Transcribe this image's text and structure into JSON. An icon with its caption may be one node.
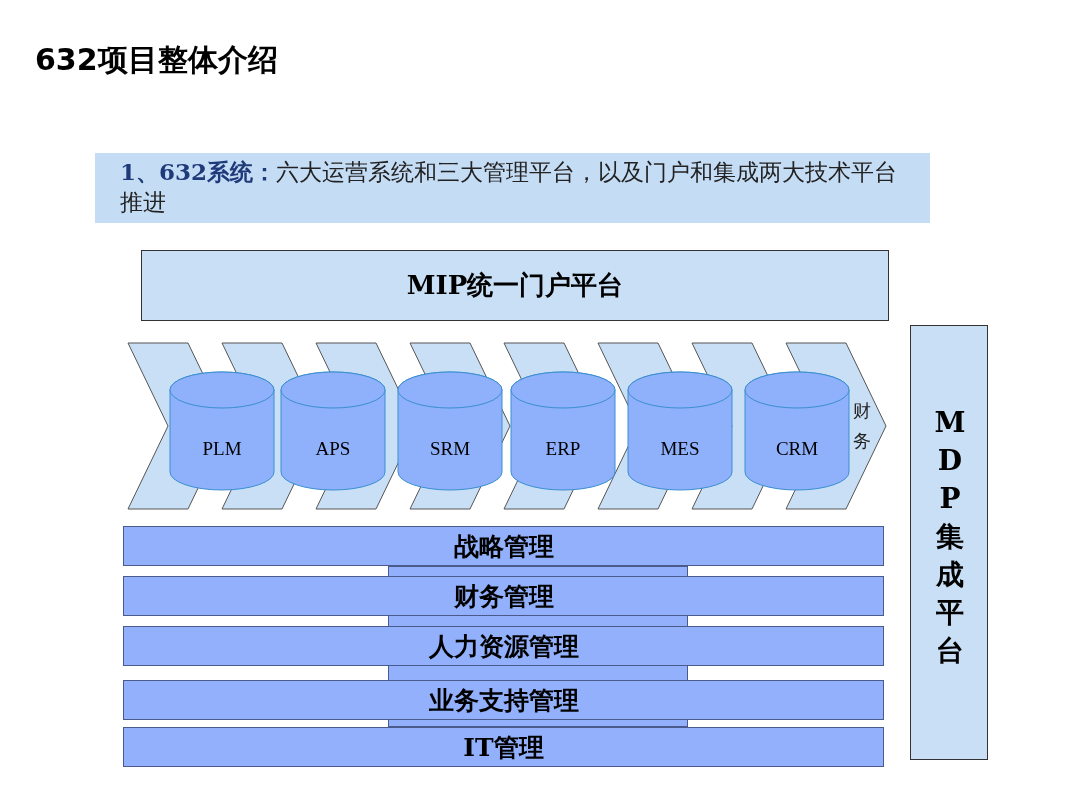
{
  "diagram": {
    "title": "632项目整体介绍",
    "nodes": [
      {
        "text": [
          "**1、632系统：**六大运营系统和三大管理平台，以及门户和集成两大技术平台推进"
        ]
      },
      {
        "text": [
          "MIP统一门户平台"
        ]
      },
      {
        "text": [
          "PLM"
        ]
      },
      {
        "text": [
          "APS"
        ]
      },
      {
        "text": [
          "SRM"
        ]
      },
      {
        "text": [
          "ERP"
        ]
      },
      {
        "text": [
          "MES"
        ]
      },
      {
        "text": [
          "CRM"
        ]
      },
      {
        "text": [
          "战略管理"
        ]
      },
      {
        "text": [
          "财务管理"
        ]
      },
      {
        "text": [
          "人力资源管理"
        ]
      },
      {
        "text": [
          "业务支持管理"
        ]
      },
      {
        "text": [
          "IT管理"
        ]
      },
      {
        "text": [
          "MDP集成平台"
        ]
      }
    ],
    "edges": [],
    "labels": [
      "财务"
    ]
  }
}
